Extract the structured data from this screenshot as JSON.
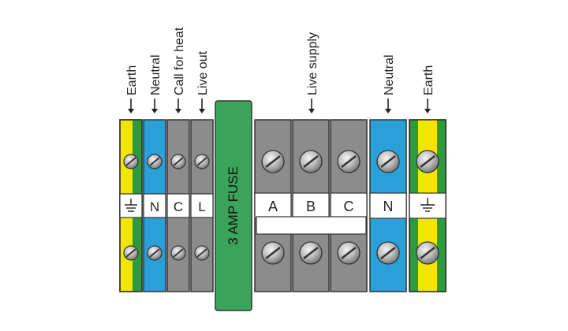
{
  "labels": {
    "earth_left": "Earth",
    "neutral_left": "Neutral",
    "call_for_heat": "Call for heat",
    "live_out": "Live out",
    "live_supply": "Live supply",
    "neutral_right": "Neutral",
    "earth_right": "Earth"
  },
  "terminals": {
    "earth_left": "",
    "neutral_left": "N",
    "call_for_heat": "C",
    "live_out": "L",
    "live_a": "A",
    "live_b": "B",
    "live_c": "C",
    "neutral_right": "N",
    "earth_right": ""
  },
  "fuse": {
    "label": "3 AMP FUSE"
  },
  "icons": {
    "earth_terminal": "earth-ground-icon",
    "screw": "screw-icon",
    "arrow": "down-arrow-icon"
  },
  "colors": {
    "earth_yellow": "#F2E600",
    "earth_green": "#2E9A3E",
    "neutral_blue": "#2A9FD8",
    "terminal_grey": "#8C8C8C",
    "fuse_green": "#3AA55A",
    "outline": "#333333"
  }
}
